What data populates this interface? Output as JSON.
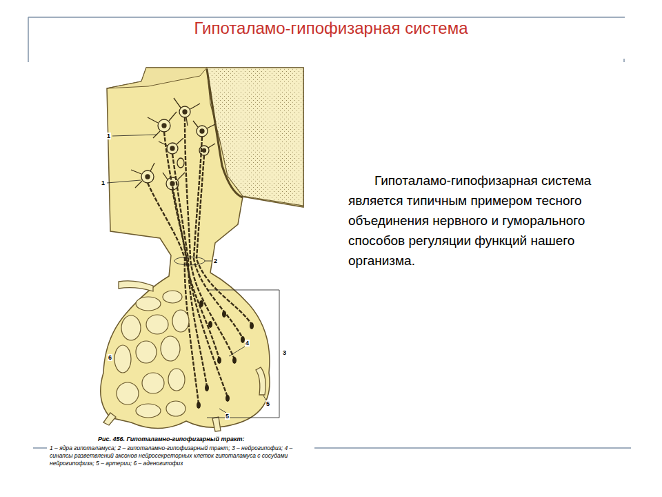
{
  "diagram": {
    "title": "Гипоталамо-гипофизарная система",
    "caption": "Рис. 456. Гипоталамно-гипофизарный тракт:",
    "labels": [
      "1",
      "1",
      "2",
      "3",
      "4",
      "5",
      "5",
      "6",
      "1 – ядра гипоталамуса; 2 – гипоталамно-гипофизарный тракт; 3 – нейрогипофиз; 4 – синапсы разветвлений аксонов нейросекреторных клеток гипоталамуса с сосудами нейрогипофиза; 5 – артерии; 6 – аденогипофиз",
      "Гипоталамо-гипофизарная система является типичным примером тесного объединения нервного и гуморального способов регуляции функций нашего организма."
    ]
  }
}
